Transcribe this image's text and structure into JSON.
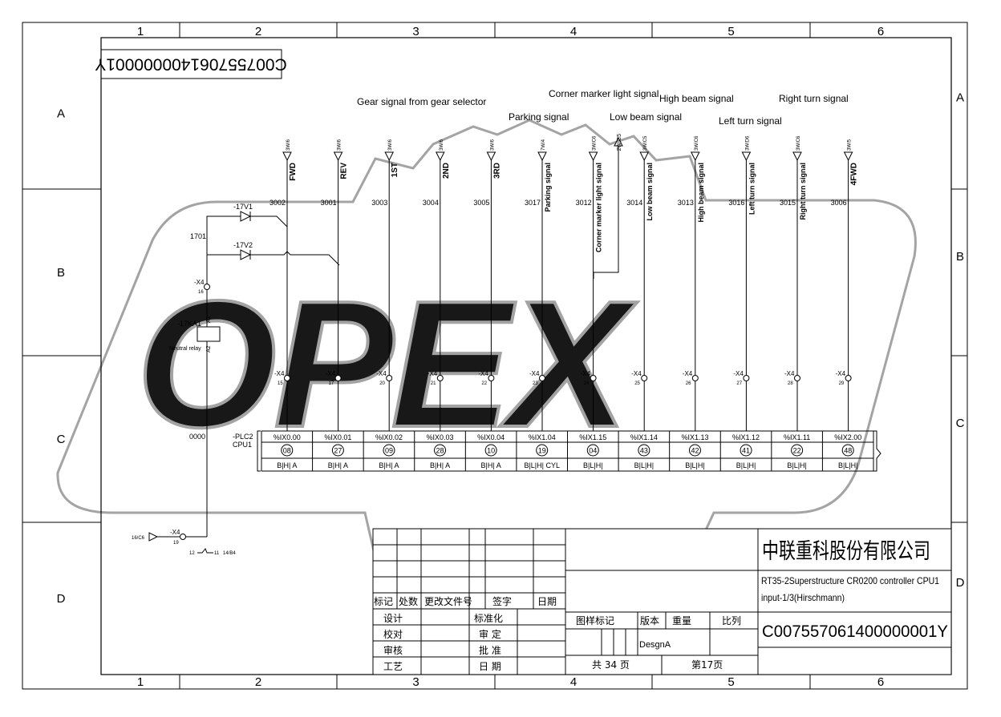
{
  "border": {
    "columns": [
      "1",
      "2",
      "3",
      "4",
      "5",
      "6"
    ],
    "rows": [
      "A",
      "B",
      "C",
      "D"
    ]
  },
  "top_code": "C007557061400000001Y",
  "section_labels": {
    "gear": "Gear signal from gear selector",
    "parking": "Parking signal",
    "corner": "Corner marker light signal",
    "low_beam": "Low beam signal",
    "high_beam": "High beam signal",
    "left_turn": "Left turn signal",
    "right_turn": "Right turn signal"
  },
  "channels": [
    {
      "ref": "3W/6",
      "signal": "FWD",
      "wire": "3002",
      "terminal": "15",
      "address": "%IX0.00",
      "pin": "08",
      "type": "B|H| A"
    },
    {
      "ref": "3W/6",
      "signal": "REV",
      "wire": "3001",
      "terminal": "17",
      "address": "%IX0.01",
      "pin": "27",
      "type": "B|H| A"
    },
    {
      "ref": "3W/6",
      "signal": "1ST",
      "wire": "3003",
      "terminal": "20",
      "address": "%IX0.02",
      "pin": "09",
      "type": "B|H| A"
    },
    {
      "ref": "3W/6",
      "signal": "2ND",
      "wire": "3004",
      "terminal": "21",
      "address": "%IX0.03",
      "pin": "28",
      "type": "B|H| A"
    },
    {
      "ref": "3W/6",
      "signal": "3RD",
      "wire": "3005",
      "terminal": "22",
      "address": "%IX0.04",
      "pin": "10",
      "type": "B|H| A"
    },
    {
      "ref": "7W/4",
      "signal": "Parking signal",
      "wire": "3017",
      "terminal": "23",
      "address": "%IX1.04",
      "pin": "19",
      "type": "B|L|H| CYL"
    },
    {
      "ref": "3W/C6",
      "signal": "Corner marker light signal",
      "wire": "3012",
      "terminal": "24",
      "address": "%IX1.15",
      "pin": "04",
      "type": "B|L|H|"
    },
    {
      "ref": "3W/C5",
      "signal": "Low beam signal",
      "wire": "3014",
      "terminal": "25",
      "address": "%IX1.14",
      "pin": "43",
      "type": "B|L|H|"
    },
    {
      "ref": "3W/C6",
      "signal": "High beam signal",
      "wire": "3013",
      "terminal": "26",
      "address": "%IX1.13",
      "pin": "42",
      "type": "B|L|H|"
    },
    {
      "ref": "3W/D6",
      "signal": "Left turn signal",
      "wire": "3016",
      "terminal": "27",
      "address": "%IX1.12",
      "pin": "41",
      "type": "B|L|H|"
    },
    {
      "ref": "3W/C6",
      "signal": "Right turn signal",
      "wire": "3015",
      "terminal": "28",
      "address": "%IX1.11",
      "pin": "22",
      "type": "B|L|H|"
    },
    {
      "ref": "3W/5",
      "signal": "4FWD",
      "wire": "3006",
      "terminal": "29",
      "address": "%IX2.00",
      "pin": "48",
      "type": "B|L|H|"
    }
  ],
  "extra_ref": "2W/C5",
  "components": {
    "diode1": "-17V1",
    "diode2": "-17V2",
    "wire_1701": "1701",
    "x4": "-X4",
    "x4_16": "16",
    "relay": "-17KA1",
    "relay_a1": "A1",
    "relay_a2": "A2",
    "relay_desc": "Neutral relay",
    "wire_0000": "0000",
    "plc": "-PLC2",
    "cpu": "CPU1",
    "bottom_ref": "16/C6",
    "x4_19": "19",
    "contact": "12",
    "contact_mid": "11",
    "contact_ref": "14/B4"
  },
  "watermark": "OPEX",
  "title_block": {
    "company": "中联重科股份有限公司",
    "description_line1": "RT35-2Superstructure CR0200 controller CPU1",
    "description_line2": "input-1/3(Hirschmann)",
    "drawing_no": "C007557061400000001Y",
    "rev_headers": [
      "标记",
      "处数",
      "更改文件号",
      "签字",
      "日期"
    ],
    "roles_left": [
      "设计",
      "校对",
      "审核",
      "工艺"
    ],
    "roles_right": [
      "标准化",
      "审 定",
      "批 准",
      "日 期"
    ],
    "sample_mark": "图样标记",
    "version": "版本",
    "weight": "重量",
    "scale": "比列",
    "version_value": "DesgnA",
    "total_pages": "共 34 页",
    "page_no": "第17页"
  }
}
